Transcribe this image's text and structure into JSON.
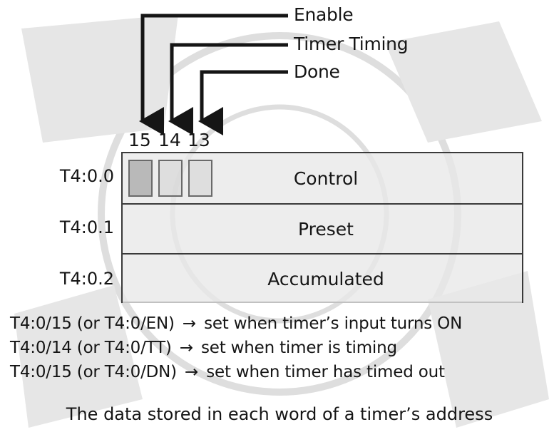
{
  "colors": {
    "background": "#ffffff",
    "ink": "#151515",
    "word_fill": "#e8e8e8",
    "watermark": "#dcdcdc"
  },
  "arrow_labels": [
    "Enable",
    "Timer Timing",
    "Done"
  ],
  "bit_numbers": [
    "15",
    "14",
    "13"
  ],
  "rows": [
    {
      "address": "T4:0.0",
      "name": "Control"
    },
    {
      "address": "T4:0.1",
      "name": "Preset"
    },
    {
      "address": "T4:0.2",
      "name": "Accumulated"
    }
  ],
  "status_lines": [
    {
      "bit": "T4:0/15 (or T4:0/EN)",
      "arrow": "→",
      "description": "set when timer’s input turns ON"
    },
    {
      "bit": "T4:0/14 (or T4:0/TT)",
      "arrow": "→",
      "description": "set when timer is timing"
    },
    {
      "bit": "T4:0/15 (or T4:0/DN)",
      "arrow": "→",
      "description": "set when timer has timed out"
    }
  ],
  "caption": "The data stored in each word of a timer’s address"
}
